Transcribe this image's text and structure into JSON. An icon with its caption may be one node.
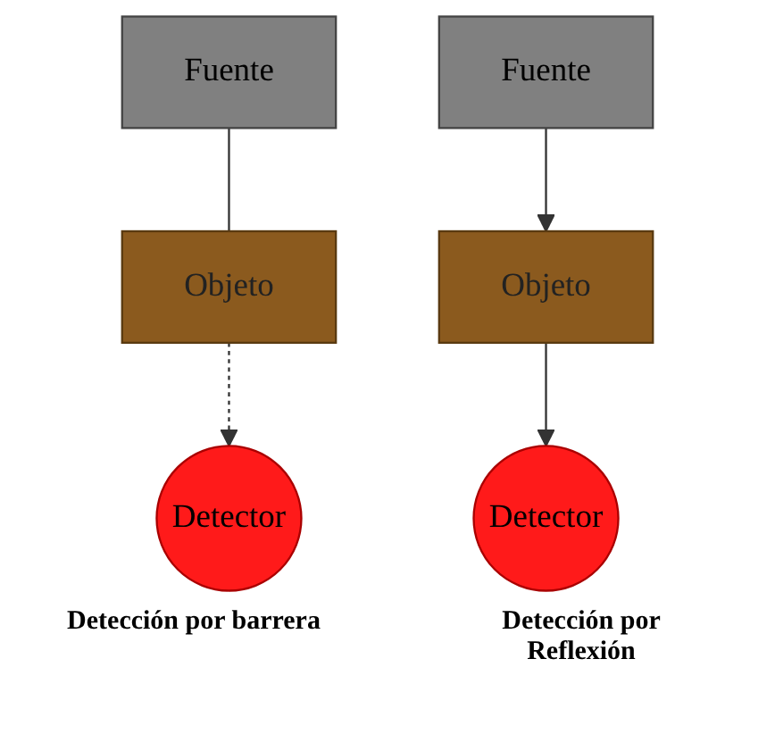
{
  "diagram": {
    "nodes": [
      {
        "text": [
          "Fuente"
        ]
      },
      {
        "text": [
          "Objeto"
        ]
      },
      {
        "text": [
          "Detector"
        ]
      },
      {
        "text": [
          "Fuente"
        ]
      },
      {
        "text": [
          "Detector"
        ]
      },
      {
        "text": [
          "Objeto"
        ]
      }
    ],
    "edges": [
      {
        "from": 0,
        "to": 1,
        "arrow": "none"
      },
      {
        "from": 1,
        "to": 2,
        "arrow": "to",
        "style": "dashed"
      },
      {
        "from": 3,
        "to": 5,
        "arrow": "to"
      },
      {
        "from": 5,
        "to": 4,
        "arrow": "to"
      }
    ],
    "labels": [
      "Detección por barrera",
      "Detección por Reflexión"
    ]
  }
}
